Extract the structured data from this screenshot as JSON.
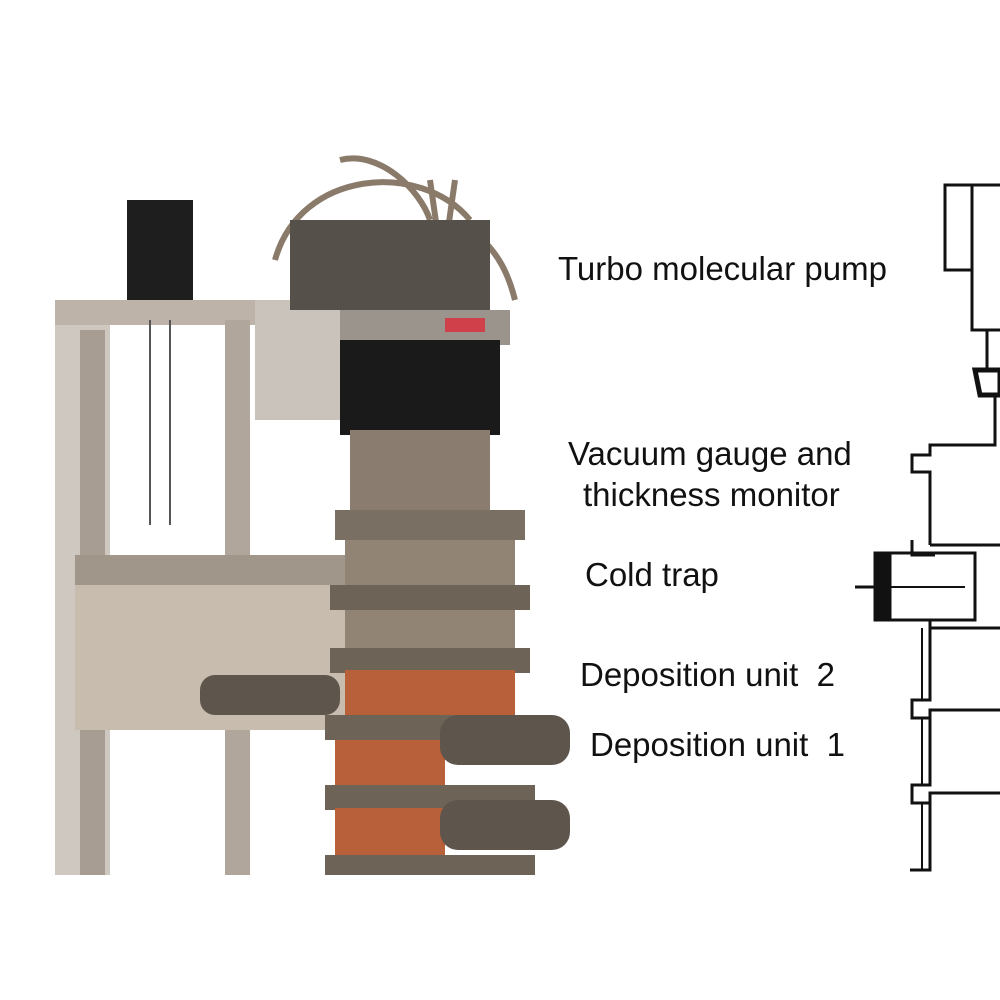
{
  "figure": {
    "photo": {
      "subject": "apparatus-photo"
    },
    "labels": [
      "Turbo molecular pump",
      "Vacuum gauge and",
      "thickness monitor",
      "Cold trap",
      "Deposition unit  2",
      "Deposition unit  1"
    ],
    "colors": {
      "copper": "#b8603a",
      "metal": "#8a7d70",
      "frame": "#cfc8c0",
      "black": "#1a1a1a"
    }
  }
}
